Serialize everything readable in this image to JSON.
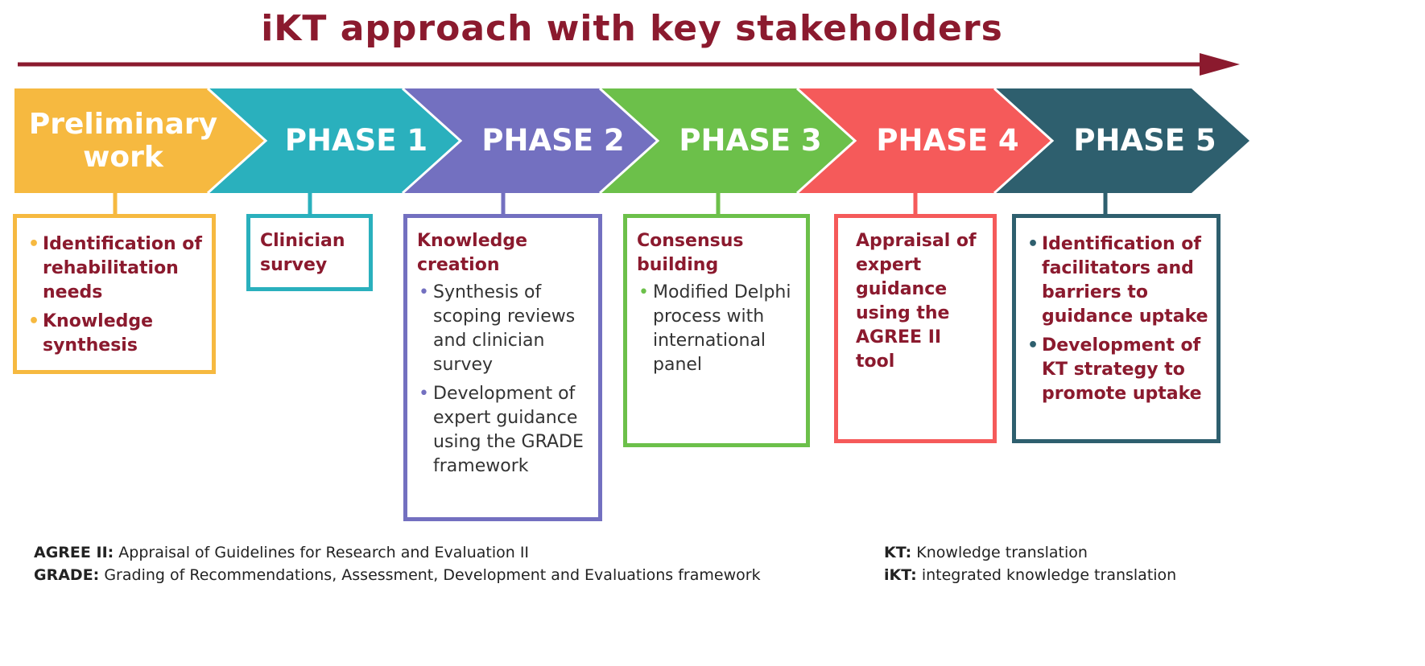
{
  "title": "iKT approach with key stakeholders",
  "colors": {
    "title": "#8B1A2E",
    "preliminary": "#F6B940",
    "phase1": "#2AB0BD",
    "phase2": "#7370C0",
    "phase3": "#6CC04A",
    "phase4": "#F55A5A",
    "phase5": "#2E5F6E"
  },
  "phases": [
    {
      "label": "Preliminary work",
      "items": [
        "Identification of rehabilitation needs",
        "Knowledge synthesis"
      ]
    },
    {
      "label": "PHASE 1",
      "heading": "Clinician survey"
    },
    {
      "label": "PHASE 2",
      "heading": "Knowledge creation",
      "items": [
        "Synthesis of scoping reviews and clinician survey",
        "Development of expert guidance using the GRADE framework"
      ]
    },
    {
      "label": "PHASE 3",
      "heading": "Consensus building",
      "items": [
        "Modified Delphi process with international panel"
      ]
    },
    {
      "label": "PHASE 4",
      "heading": "Appraisal of expert guidance using the AGREE II tool"
    },
    {
      "label": "PHASE 5",
      "items": [
        "Identification of facilitators and barriers to guidance uptake",
        "Development of KT strategy to promote uptake"
      ]
    }
  ],
  "footnotes": [
    {
      "term": "AGREE II:",
      "definition": "Appraisal of Guidelines for Research and Evaluation II"
    },
    {
      "term": "GRADE:",
      "definition": "Grading of Recommendations, Assessment, Development and Evaluations framework"
    },
    {
      "term": "KT:",
      "definition": "Knowledge translation"
    },
    {
      "term": "iKT:",
      "definition": "integrated knowledge translation"
    }
  ]
}
